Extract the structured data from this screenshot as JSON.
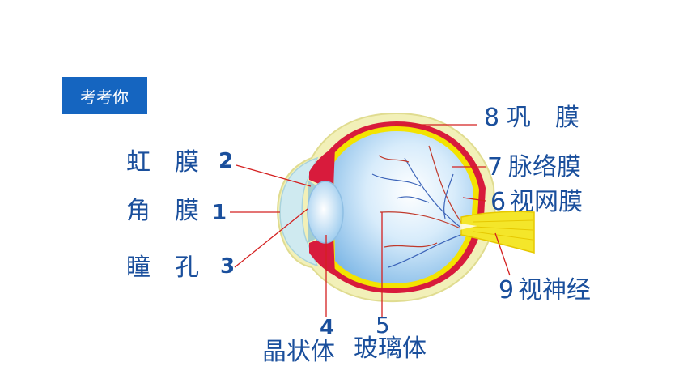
{
  "title_badge": "考考你",
  "colors": {
    "label": "#1a4f9c",
    "badge": "#1565c0",
    "leader": "#d42020",
    "sclera": "#f2f0b8",
    "choroid": "#d81b3c",
    "retina": "#f3e300",
    "vitreous": "#cfe8fb",
    "nerve": "#f4e62a"
  },
  "labels": {
    "iris": {
      "text": "虹　膜",
      "num": "2"
    },
    "cornea": {
      "text": "角　膜",
      "num": "1"
    },
    "pupil": {
      "text": "瞳　孔",
      "num": "3"
    },
    "lens": {
      "num": "4",
      "text": "晶状体"
    },
    "vitreous": {
      "num": "5",
      "text": "玻璃体"
    },
    "sclera": {
      "num": "8",
      "text": "巩　膜"
    },
    "choroid": {
      "num": "7",
      "text": "脉络膜"
    },
    "retina": {
      "num": "6",
      "text": "视网膜"
    },
    "optic_nerve": {
      "num": "9",
      "text": "视神经"
    }
  },
  "icons": {
    "eye": "eyeball-cross-section"
  }
}
